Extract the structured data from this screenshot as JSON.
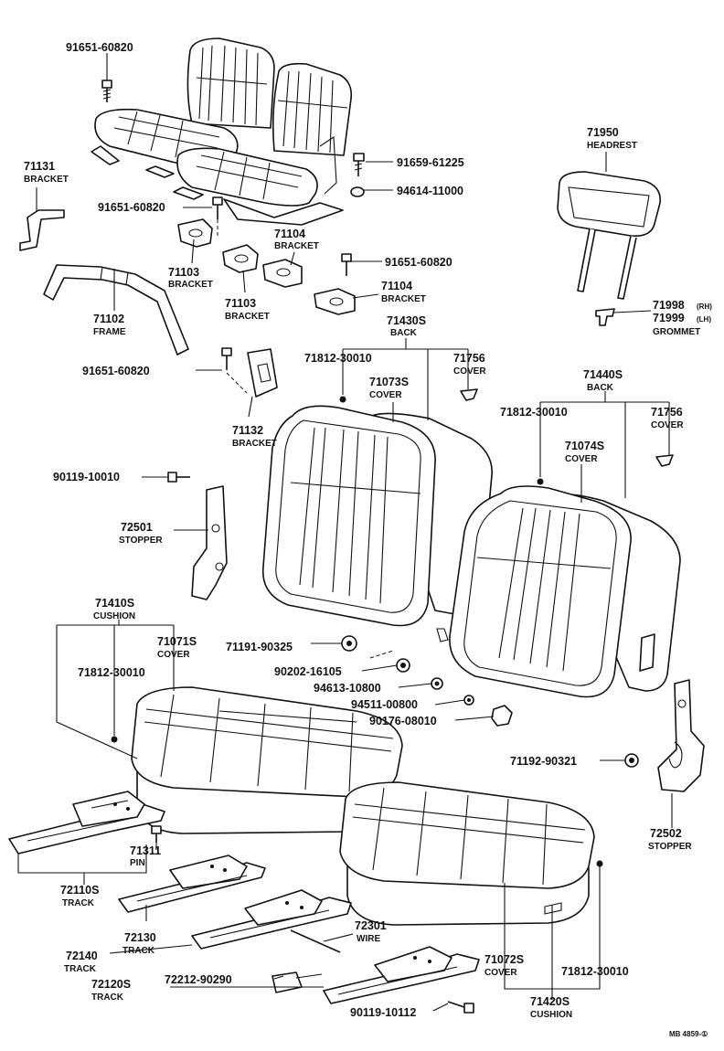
{
  "labels": {
    "l91651a": "91651-60820",
    "l91659": "91659-61225",
    "l94614": "94614-11000",
    "l91651b": "91651-60820",
    "l71131": "71131",
    "l71131n": "BRACKET",
    "l71104a": "71104",
    "l71104an": "BRACKET",
    "l91651c": "91651-60820",
    "l71103a": "71103",
    "l71103an": "BRACKET",
    "l71104b": "71104",
    "l71104bn": "BRACKET",
    "l71103b": "71103",
    "l71103bn": "BRACKET",
    "l71102": "71102",
    "l71102n": "FRAME",
    "l91651d": "91651-60820",
    "l71132": "71132",
    "l71132n": "BRACKET",
    "l71950": "71950",
    "l71950n": "HEADREST",
    "l71998": "71998",
    "l71998s": "(RH)",
    "l71999": "71999",
    "l71999s": "(LH)",
    "l71999n": "GROMMET",
    "l71430": "71430S",
    "l71430n": "BACK",
    "l71812a": "71812-30010",
    "l71073": "71073S",
    "l71073n": "COVER",
    "l71756a": "71756",
    "l71756an": "COVER",
    "l71440": "71440S",
    "l71440n": "BACK",
    "l71812b": "71812-30010",
    "l71756b": "71756",
    "l71756bn": "COVER",
    "l71074": "71074S",
    "l71074n": "COVER",
    "l90119a": "90119-10010",
    "l72501": "72501",
    "l72501n": "STOPPER",
    "l71410": "71410S",
    "l71410n": "CUSHION",
    "l71071": "71071S",
    "l71071n": "COVER",
    "l71812c": "71812-30010",
    "l71191": "71191-90325",
    "l90202": "90202-16105",
    "l94613": "94613-10800",
    "l94511": "94511-00800",
    "l90176": "90176-08010",
    "l71192": "71192-90321",
    "l72502": "72502",
    "l72502n": "STOPPER",
    "l71311": "71311",
    "l71311n": "PIN",
    "l72110": "72110S",
    "l72110n": "TRACK",
    "l72130": "72130",
    "l72130n": "TRACK",
    "l72301": "72301",
    "l72301n": "WIRE",
    "l72140": "72140",
    "l72140n": "TRACK",
    "l71072": "71072S",
    "l71072n": "COVER",
    "l71812d": "71812-30010",
    "l72120": "72120S",
    "l72120n": "TRACK",
    "l72212": "72212-90290",
    "l71420": "71420S",
    "l71420n": "CUSHION",
    "l90119b": "90119-10112",
    "footer": "MB 4859-①"
  }
}
